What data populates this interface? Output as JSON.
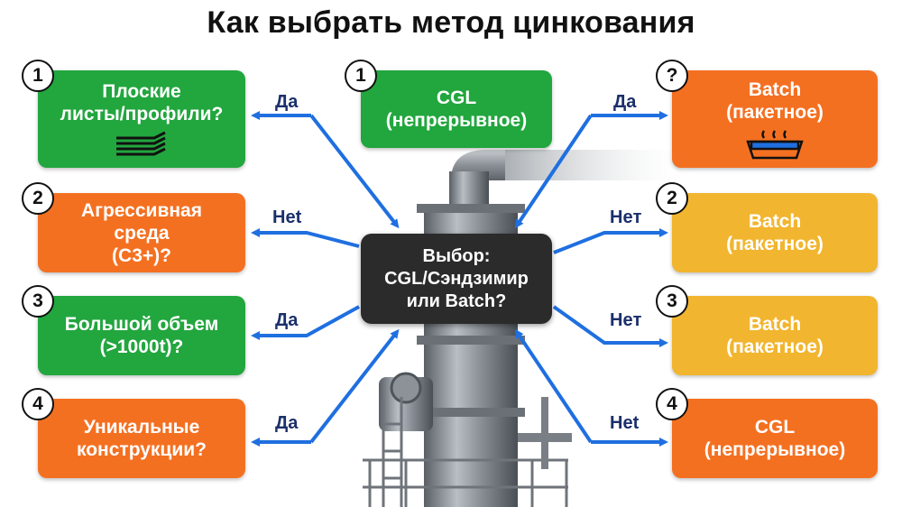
{
  "title": "Как выбрать метод цинкования",
  "center": {
    "line1": "Выбор:",
    "line2": "CGL/Сэндзимир",
    "line3": "или Batch?"
  },
  "left": [
    {
      "badge": "1",
      "lines": [
        "Плоские",
        "листы/профили?"
      ],
      "color": "#22a63e",
      "icon": "stacked-sheets-icon",
      "answer": "Да"
    },
    {
      "badge": "2",
      "lines": [
        "Агрессивная",
        "среда",
        "(C3+)?"
      ],
      "color": "#f47021",
      "answer": "Нet"
    },
    {
      "badge": "3",
      "lines": [
        "Большой объем",
        "(>1000t)?"
      ],
      "color": "#22a63e",
      "answer": "Да"
    },
    {
      "badge": "4",
      "lines": [
        "Уникальные",
        "конструкции?"
      ],
      "color": "#f47021",
      "answer": "Да"
    }
  ],
  "top": {
    "badge": "1",
    "lines": [
      "CGL",
      "(непрерывное)"
    ],
    "color": "#22a63e"
  },
  "right": [
    {
      "badge": "?",
      "lines": [
        "Batch",
        "(пакетное)"
      ],
      "color": "#f47021",
      "icon": "zinc-bath-icon",
      "answer": "Да"
    },
    {
      "badge": "2",
      "lines": [
        "Batch",
        "(пакетное)"
      ],
      "color": "#f2b52f",
      "answer": "Нeт"
    },
    {
      "badge": "3",
      "lines": [
        "Batch",
        "(пакетное)"
      ],
      "color": "#f2b52f",
      "answer": "Нeт"
    },
    {
      "badge": "4",
      "lines": [
        "CGL",
        "(непрерывное)"
      ],
      "color": "#f47021",
      "answer": "Нet"
    }
  ],
  "colors": {
    "arrow": "#1f6fe0",
    "label": "#1b2f6b",
    "center": "#2b2b2b"
  }
}
